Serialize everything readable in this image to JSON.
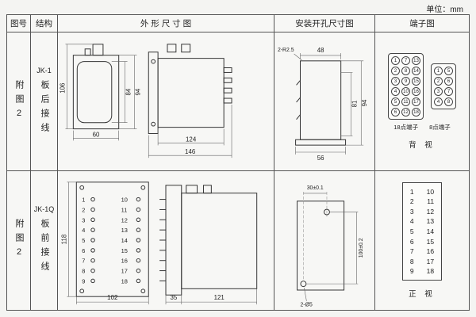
{
  "unit_note": "单位：mm",
  "headers": {
    "fig_no": "图号",
    "structure": "结构",
    "outline": "外 形 尺 寸 图",
    "mounting": "安装开孔尺寸图",
    "terminal": "端子图"
  },
  "row1": {
    "fig_no": "附图2",
    "model": "JK-1",
    "wiring": "板后接线",
    "outline": {
      "height_total": "106",
      "height_inner": "84",
      "height_outer": "94",
      "width_front": "60",
      "depth_body": "124",
      "depth_total": "146"
    },
    "mounting": {
      "corner_radius": "2-R2.5",
      "width_top": "48",
      "height_inner": "81",
      "height_outer": "94",
      "width_bottom": "56"
    },
    "terminal": {
      "grid18": [
        "1",
        "7",
        "13",
        "2",
        "8",
        "14",
        "3",
        "9",
        "15",
        "4",
        "10",
        "16",
        "5",
        "11",
        "17",
        "6",
        "12",
        "18"
      ],
      "grid8": [
        "1",
        "5",
        "2",
        "6",
        "3",
        "7",
        "4",
        "8"
      ],
      "label18": "18点端子",
      "label8": "8点端子",
      "view": "背 视"
    }
  },
  "row2": {
    "fig_no": "附图2",
    "model": "JK-1Q",
    "wiring": "板前接线",
    "outline": {
      "left": [
        "1",
        "2",
        "3",
        "4",
        "5",
        "6",
        "7",
        "8",
        "9"
      ],
      "right": [
        "10",
        "11",
        "12",
        "13",
        "14",
        "15",
        "16",
        "17",
        "18"
      ],
      "height": "118",
      "width": "102",
      "depth_flange": "35",
      "depth_body": "121"
    },
    "mounting": {
      "pitch_x": "30±0.1",
      "pitch_y": "100±0.2",
      "holes": "2-Ø5"
    },
    "terminal": {
      "left": [
        "1",
        "2",
        "3",
        "4",
        "5",
        "6",
        "7",
        "8",
        "9"
      ],
      "right": [
        "10",
        "11",
        "12",
        "13",
        "14",
        "15",
        "16",
        "17",
        "18"
      ],
      "view": "正 视"
    }
  }
}
